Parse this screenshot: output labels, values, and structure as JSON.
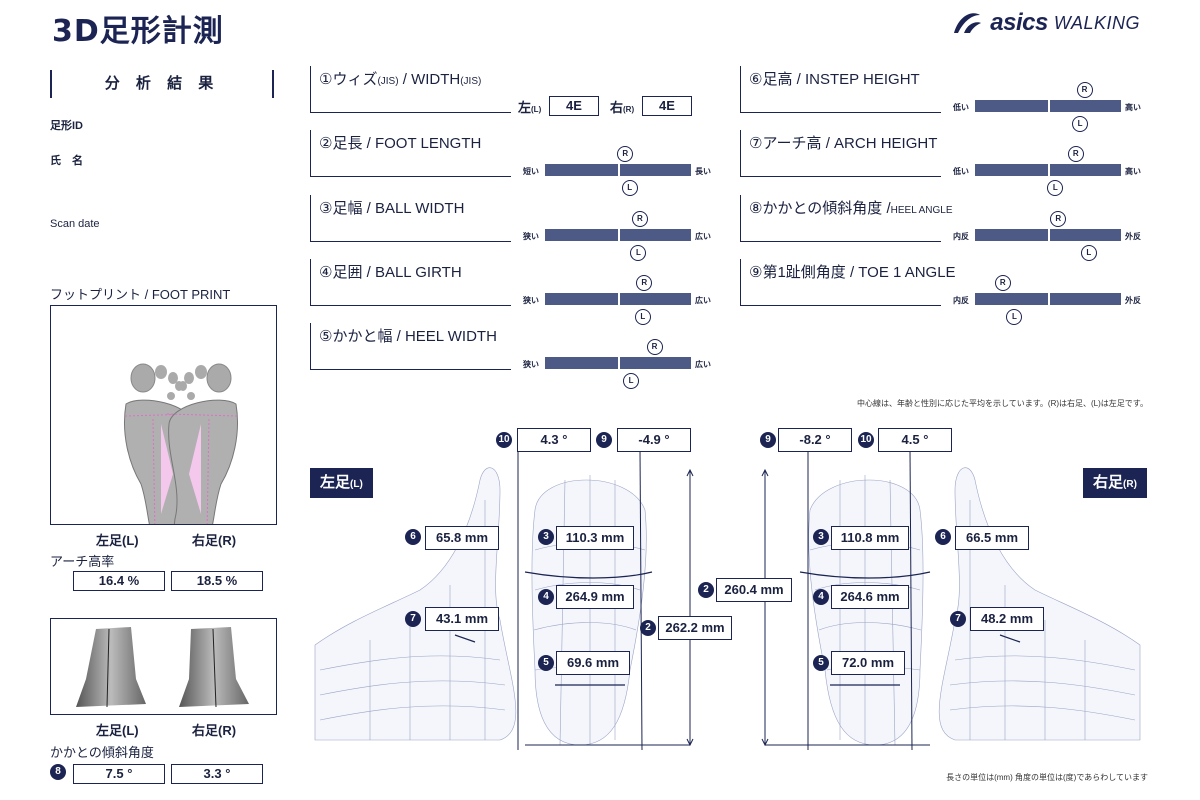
{
  "header": {
    "title": "3D足形計測",
    "brand_main": "asics",
    "brand_sub": "WALKING"
  },
  "left": {
    "results_title": "分 析 結 果",
    "foot_id_label": "足形ID",
    "name_label": "氏　名",
    "scan_date_label": "Scan date",
    "footprint_title": "フットプリント / FOOT PRINT",
    "left_foot": "左足(L)",
    "right_foot": "右足(R)",
    "arch_ratio_label": "アーチ高率",
    "arch_left": "16.4 %",
    "arch_right": "18.5 %",
    "left_foot2": "左足(L)",
    "right_foot2": "右足(R)",
    "heel_angle_label": "かかとの傾斜角度",
    "heel_num": "8",
    "heel_left": "7.5 °",
    "heel_right": "3.3 °"
  },
  "metrics": {
    "m1": {
      "title": "①ウィズ",
      "t_small": "(JIS)",
      "t_en": " / WIDTH",
      "t_en_small": "(JIS)",
      "left_label": "左",
      "left_suffix": "(L)",
      "left_val": "4E",
      "right_label": "右",
      "right_suffix": "(R)",
      "right_val": "4E"
    },
    "m2": {
      "title": "②足長 / FOOT LENGTH",
      "lo": "短い",
      "hi": "長い",
      "r": 0.55,
      "l": 0.58
    },
    "m3": {
      "title": "③足幅 / BALL WIDTH",
      "lo": "狭い",
      "hi": "広い",
      "r": 0.65,
      "l": 0.64
    },
    "m4": {
      "title": "④足囲 / BALL GIRTH",
      "lo": "狭い",
      "hi": "広い",
      "r": 0.68,
      "l": 0.67
    },
    "m5": {
      "title": "⑤かかと幅 / HEEL WIDTH",
      "lo": "狭い",
      "hi": "広い",
      "r": 0.75,
      "l": 0.59
    },
    "m6": {
      "title": "⑥足高 / INSTEP HEIGHT",
      "lo": "低い",
      "hi": "高い",
      "r": 0.75,
      "l": 0.72
    },
    "m7": {
      "title": "⑦アーチ高 / ARCH HEIGHT",
      "lo": "低い",
      "hi": "高い",
      "r": 0.69,
      "l": 0.55
    },
    "m8": {
      "title": "⑧かかとの傾斜角度 /",
      "t_small": "HEEL ANGLE",
      "lo": "内反",
      "hi": "外反",
      "r": 0.57,
      "l": 0.78
    },
    "m9": {
      "title": "⑨第1趾側角度 / TOE 1 ANGLE",
      "lo": "内反",
      "hi": "外反",
      "r": 0.19,
      "l": 0.27
    },
    "r_label": "R",
    "l_label": "L"
  },
  "center_note": "中心線は、年齢と性別に応じた平均を示しています。(R)は右足、(L)は左足です。",
  "left_foot_panel": {
    "heading": "左足",
    "heading_small": "(L)",
    "angle10_num": "10",
    "angle10": "4.3 °",
    "angle9_num": "9",
    "angle9": "-4.9 °",
    "v6": "65.8 mm",
    "v7": "43.1 mm",
    "v3": "110.3 mm",
    "v4": "264.9 mm",
    "v2": "262.2 mm",
    "v5": "69.6 mm"
  },
  "right_foot_panel": {
    "heading": "右足",
    "heading_small": "(R)",
    "angle9_num": "9",
    "angle9": "-8.2 °",
    "angle10_num": "10",
    "angle10": "4.5 °",
    "v2": "260.4 mm",
    "v3": "110.8 mm",
    "v4": "264.6 mm",
    "v5": "72.0 mm",
    "v6": "66.5 mm",
    "v7": "48.2 mm"
  },
  "nums": {
    "n2": "2",
    "n3": "3",
    "n4": "4",
    "n5": "5",
    "n6": "6",
    "n7": "7"
  },
  "unit_note": "長さの単位は(mm) 角度の単位は(度)であらわしています"
}
